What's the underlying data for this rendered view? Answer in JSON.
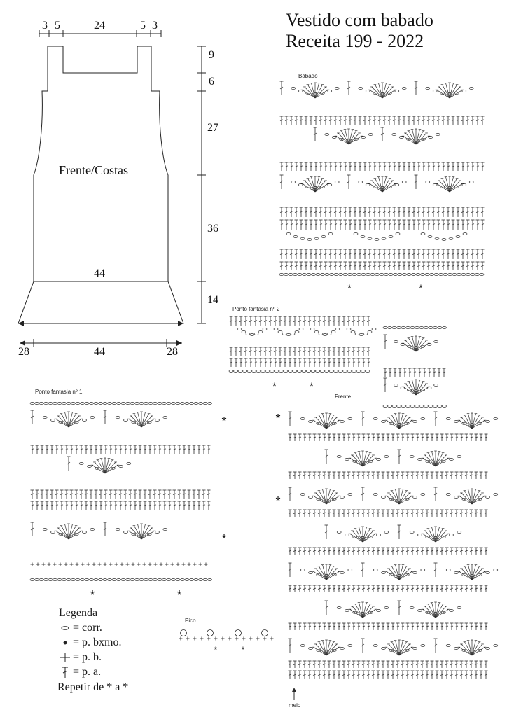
{
  "title": {
    "line1": "Vestido com babado",
    "line2": "Receita 199 - 2022"
  },
  "schematic": {
    "label": "Frente/Costas",
    "top_widths": [
      "3",
      "5",
      "24",
      "5",
      "3"
    ],
    "heights": [
      "9",
      "6",
      "27",
      "36",
      "14"
    ],
    "waist_width": "44",
    "bottom_widths": [
      "28",
      "44",
      "28"
    ]
  },
  "charts": {
    "babado": {
      "label": "Babado"
    },
    "fantasia2": {
      "label": "Ponto fantasia nº 2"
    },
    "fantasia1": {
      "label": "Ponto fantasia nº 1"
    },
    "frente": {
      "label": "Frente",
      "meio_label": "meio"
    },
    "pico": {
      "label": "Pico"
    }
  },
  "legend": {
    "title": "Legenda",
    "items": [
      {
        "symbol": "chain-icon",
        "text": "= corr."
      },
      {
        "symbol": "slip-stitch-icon",
        "text": "= p. bxmo."
      },
      {
        "symbol": "single-crochet-icon",
        "text": "= p. b."
      },
      {
        "symbol": "double-crochet-icon",
        "text": "= p. a."
      }
    ],
    "repeat": "Repetir de * a *"
  },
  "repeat_marker": "*"
}
